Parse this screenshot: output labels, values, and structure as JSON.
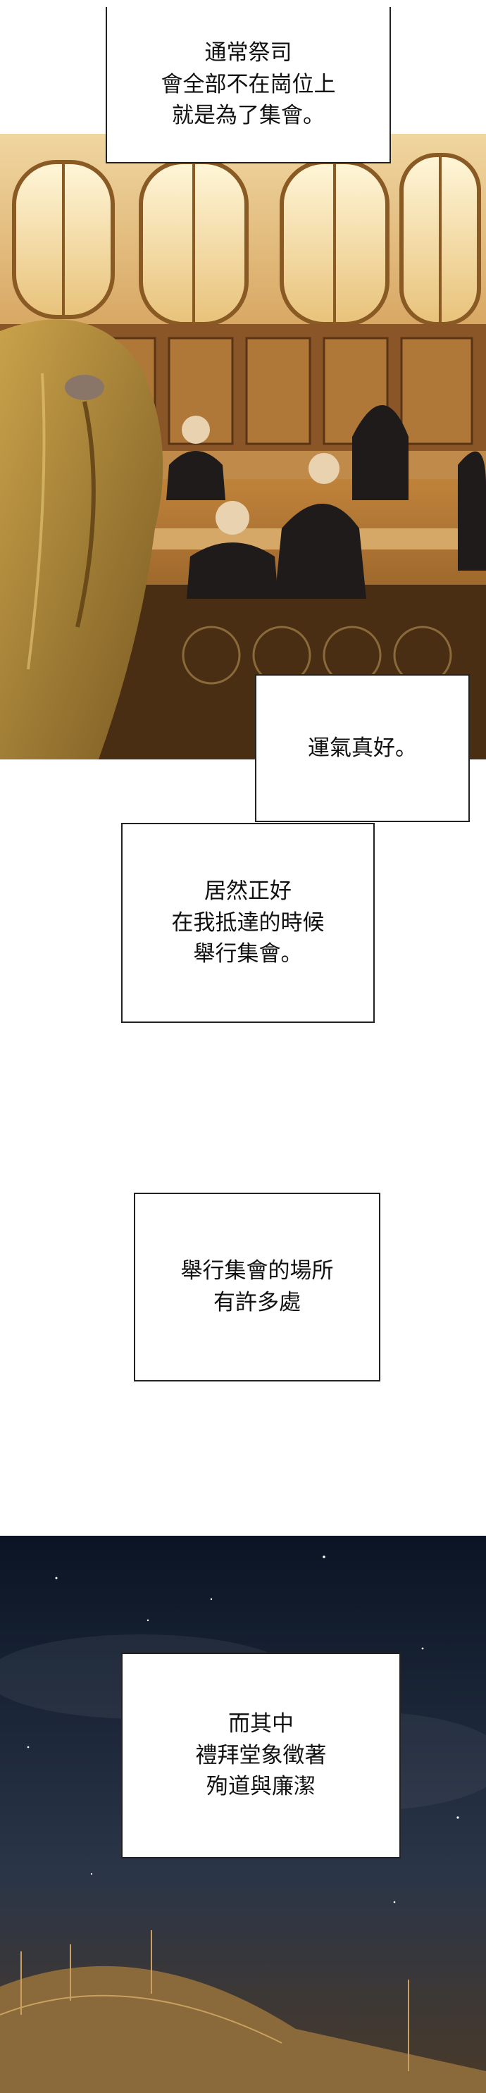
{
  "captions": {
    "c1": "通常祭司\n會全部不在崗位上\n就是為了集會。",
    "c2": "運氣真好。",
    "c3": "居然正好\n在我抵達的時候\n舉行集會。",
    "c4": "舉行集會的場所\n有許多處",
    "c5": "而其中\n禮拜堂象徵著\n殉道與廉潔"
  },
  "colors": {
    "church_wall": "#c98a3e",
    "church_dark": "#3a2410",
    "hair": "#b08a3a",
    "sky": "#0d1a2e"
  },
  "icons": [
    "stained-glass-window",
    "priest-figure",
    "starry-sky"
  ]
}
